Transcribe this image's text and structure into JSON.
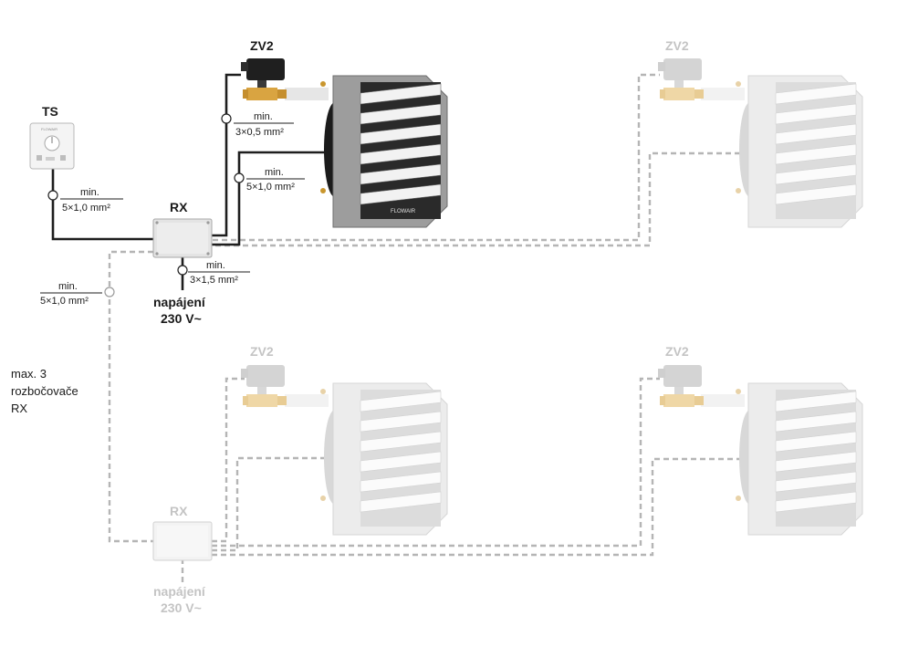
{
  "labels": {
    "ts": "TS",
    "rx_main": "RX",
    "rx_sec": "RX",
    "zv2_main": "ZV2",
    "zv2_tr": "ZV2",
    "zv2_bl": "ZV2",
    "zv2_br": "ZV2",
    "max_rx_line1": "max. 3",
    "max_rx_line2": "rozbočovače",
    "max_rx_line3": "RX",
    "power_main_line1": "napájení",
    "power_main_line2": "230 V~",
    "power_sec_line1": "napájení",
    "power_sec_line2": "230 V~"
  },
  "cables": {
    "ts_rx": {
      "min": "min.",
      "spec": "5×1,0 mm²"
    },
    "rx_zv2": {
      "min": "min.",
      "spec": "3×0,5 mm²"
    },
    "rx_heater": {
      "min": "min.",
      "spec": "5×1,0 mm²"
    },
    "rx_power": {
      "min": "min.",
      "spec": "3×1,5 mm²"
    },
    "rx_rx": {
      "min": "min.",
      "spec": "5×1,0 mm²"
    }
  },
  "brand": {
    "heater_logo": "FLOWAIR",
    "thermostat_logo": "FLOWAIR"
  },
  "colors": {
    "active_wire": "#1e1e1e",
    "inactive_wire": "#b5b5b5",
    "active_label": "#1a1a1a",
    "inactive_label": "#c4c4c4",
    "valve_brass": "#d9a441",
    "heater_active": "#a8a8a8",
    "heater_inactive": "#ececec"
  }
}
